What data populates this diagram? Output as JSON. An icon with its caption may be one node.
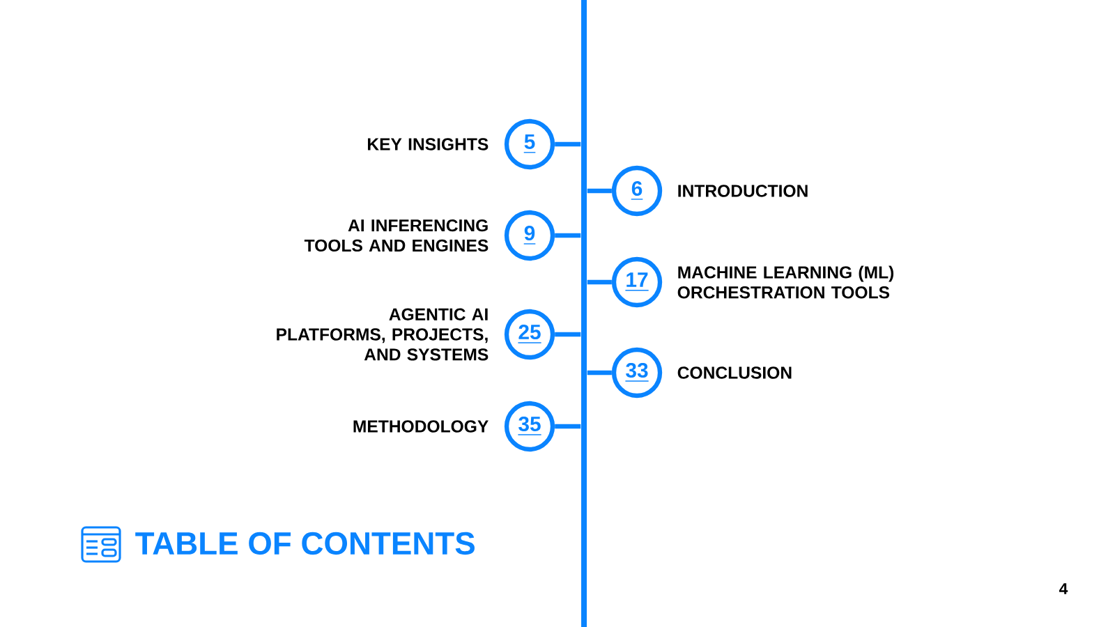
{
  "diagram": {
    "title": "TABLE OF CONTENTS",
    "nodes": [
      {
        "text": [],
        "shape": "bar"
      },
      {
        "text": [
          "5"
        ],
        "beside": [
          "KEY INSIGHTS"
        ]
      },
      {
        "text": [
          "6"
        ],
        "beside": [
          "INTRODUCTION"
        ]
      },
      {
        "text": [
          "9"
        ],
        "beside": [
          "AI INFERENCING TOOLS AND ENGINES"
        ]
      },
      {
        "text": [
          "17"
        ],
        "beside": [
          "MACHINE LEARNING (ML) ORCHESTRATION TOOLS"
        ]
      },
      {
        "text": [
          "25"
        ],
        "beside": [
          "AGENTIC AI PLATFORMS, PROJECTS, AND SYSTEMS"
        ]
      },
      {
        "text": [
          "33"
        ],
        "beside": [
          "CONCLUSION"
        ]
      },
      {
        "text": [
          "35"
        ],
        "beside": [
          "METHODOLOGY"
        ]
      }
    ],
    "edges": [
      {
        "from": 0,
        "to": 1,
        "arrow": "none"
      },
      {
        "from": 0,
        "to": 2,
        "arrow": "none"
      },
      {
        "from": 0,
        "to": 3,
        "arrow": "none"
      },
      {
        "from": 0,
        "to": 4,
        "arrow": "none"
      },
      {
        "from": 0,
        "to": 5,
        "arrow": "none"
      },
      {
        "from": 0,
        "to": 6,
        "arrow": "none"
      },
      {
        "from": 0,
        "to": 7,
        "arrow": "none"
      }
    ],
    "labels": [
      "4"
    ]
  }
}
